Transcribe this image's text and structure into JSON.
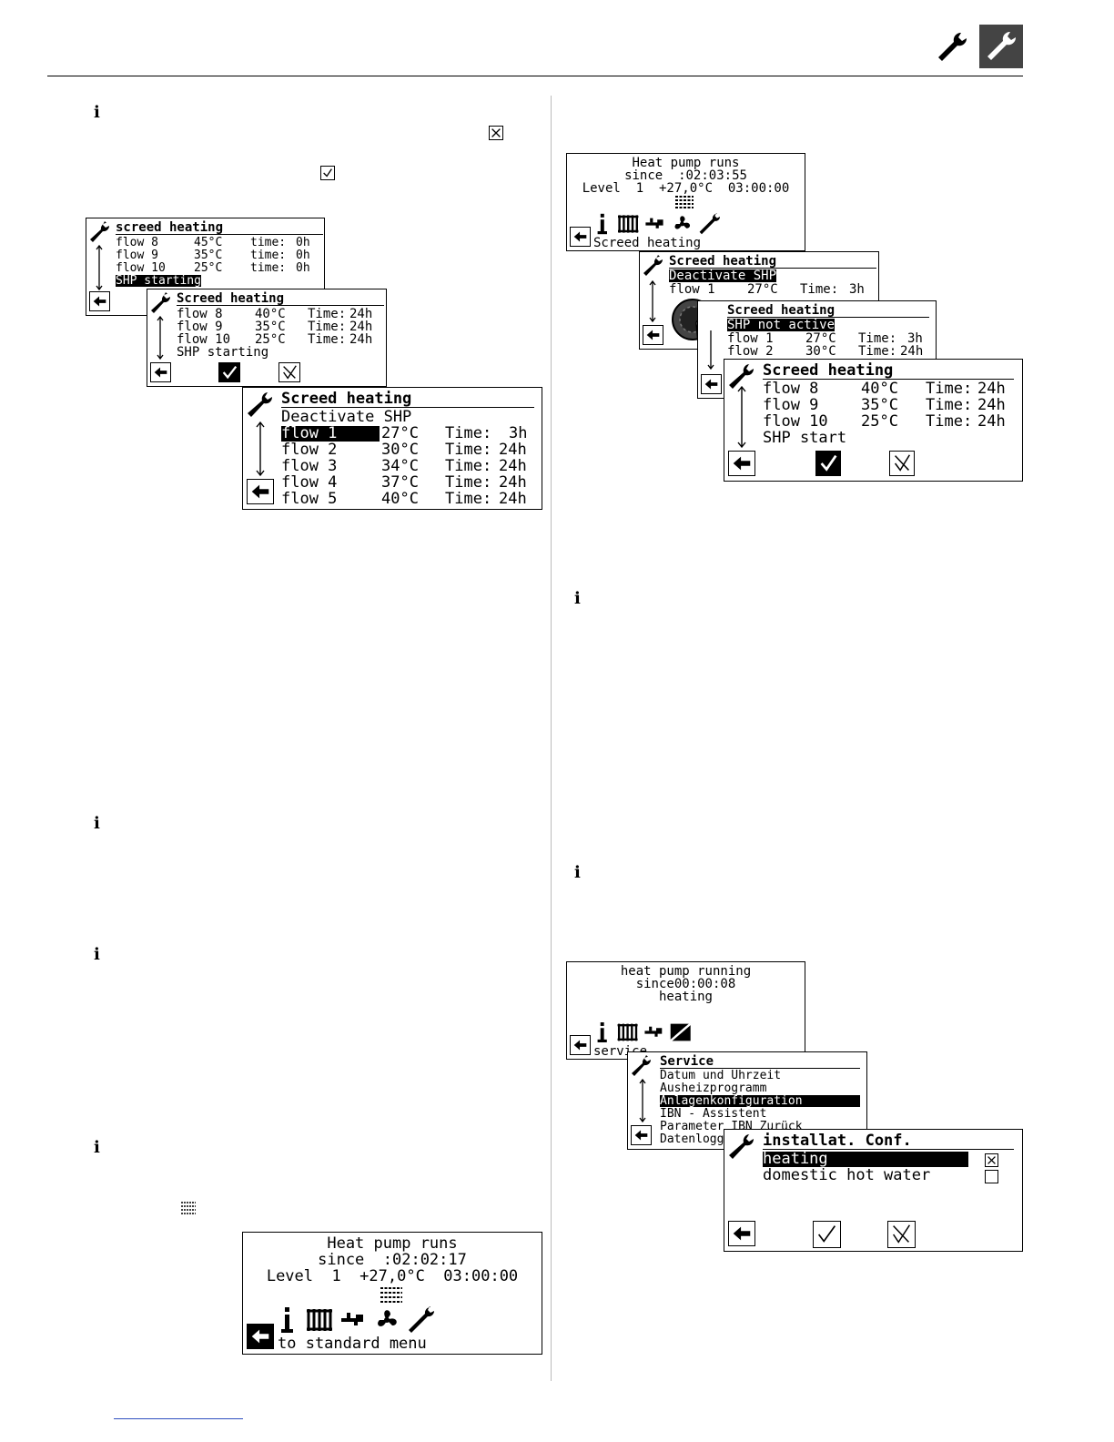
{
  "header": {
    "icons": [
      "wrench-icon",
      "wrench-icon-inverted"
    ]
  },
  "note_icons": [
    "info-icon"
  ],
  "small_symbols": [
    "checkbox-crossed-icon",
    "checkbox-checked-icon",
    "screed-heating-symbol-icon"
  ],
  "screen_a": {
    "title": "screed heating",
    "rows": [
      {
        "flow": "flow 8",
        "temp": "45°C",
        "time_label": "time:",
        "time": "0h"
      },
      {
        "flow": "flow 9",
        "temp": "35°C",
        "time_label": "time:",
        "time": "0h"
      },
      {
        "flow": "flow 10",
        "temp": "25°C",
        "time_label": "time:",
        "time": "0h"
      }
    ],
    "status": "SHP starting"
  },
  "screen_b": {
    "title": "Screed heating",
    "rows": [
      {
        "flow": "flow 8",
        "temp": "40°C",
        "time_label": "Time:",
        "time": "24h"
      },
      {
        "flow": "flow 9",
        "temp": "35°C",
        "time_label": "Time:",
        "time": "24h"
      },
      {
        "flow": "flow 10",
        "temp": "25°C",
        "time_label": "Time:",
        "time": "24h"
      }
    ],
    "status": "SHP starting"
  },
  "screen_c": {
    "title": "Screed heating",
    "subtitle": "Deactivate SHP",
    "rows": [
      {
        "flow": "flow 1",
        "temp": "27°C",
        "time_label": "Time:",
        "time": "3h"
      },
      {
        "flow": "flow 2",
        "temp": "30°C",
        "time_label": "Time:",
        "time": "24h"
      },
      {
        "flow": "flow 3",
        "temp": "34°C",
        "time_label": "Time:",
        "time": "24h"
      },
      {
        "flow": "flow 4",
        "temp": "37°C",
        "time_label": "Time:",
        "time": "24h"
      },
      {
        "flow": "flow 5",
        "temp": "40°C",
        "time_label": "Time:",
        "time": "24h"
      }
    ]
  },
  "screen_d": {
    "line1": "Heat pump runs",
    "line2": "since  :02:02:17",
    "line3": "Level  1  +27,0°C  03:00:00",
    "footer": "to standard menu"
  },
  "screen_e": {
    "line1": "Heat pump runs",
    "line2": "since  :02:03:55",
    "line3": "Level  1  +27,0°C  03:00:00",
    "footer": "Screed heating"
  },
  "screen_f": {
    "title": "Screed heating",
    "subtitle": "Deactivate SHP",
    "row1_flow": "flow 1",
    "row1_temp": "27°C",
    "row1_time_label": "Time:",
    "row1_time": "3h"
  },
  "screen_g": {
    "title": "Screed heating",
    "status": "SHP not active",
    "rows": [
      {
        "flow": "flow 1",
        "temp": "27°C",
        "time_label": "Time:",
        "time": "3h"
      },
      {
        "flow": "flow 2",
        "temp": "30°C",
        "time_label": "Time:",
        "time": "24h"
      }
    ]
  },
  "screen_h": {
    "title": "Screed heating",
    "rows": [
      {
        "flow": "flow 8",
        "temp": "40°C",
        "time_label": "Time:",
        "time": "24h"
      },
      {
        "flow": "flow 9",
        "temp": "35°C",
        "time_label": "Time:",
        "time": "24h"
      },
      {
        "flow": "flow 10",
        "temp": "25°C",
        "time_label": "Time:",
        "time": "24h"
      }
    ],
    "status": "SHP start"
  },
  "screen_i": {
    "line1": "heat pump running",
    "line2": "since00:00:08",
    "line3": "heating",
    "footer": "service"
  },
  "screen_j": {
    "title": "Service",
    "items": [
      "Datum und Uhrzeit",
      "Ausheizprogramm",
      "Anlagenkonfiguration",
      "IBN - Assistent",
      "Parameter IBN Zurück",
      "Datenlogger"
    ]
  },
  "screen_k": {
    "title": "installat. Conf.",
    "items": [
      {
        "label": "heating",
        "checked": true
      },
      {
        "label": "domestic hot water",
        "checked": false
      }
    ]
  }
}
